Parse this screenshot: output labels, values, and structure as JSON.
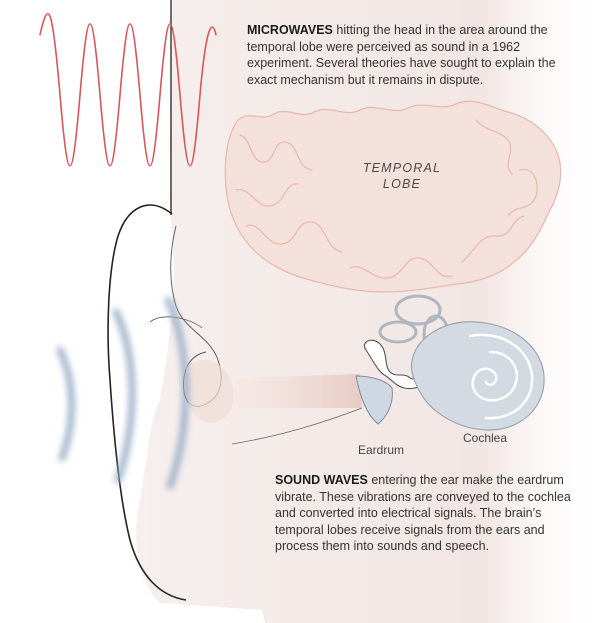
{
  "microwaves": {
    "lead": "MICROWAVES",
    "text": " hitting the head in the area around the temporal lobe were perceived as sound in a 1962 experiment. Several theories have sought to explain the exact mechanism but it remains in dispute."
  },
  "sound_waves": {
    "lead": "SOUND WAVES",
    "text": " entering the ear make the eardrum vibrate. These vibrations are conveyed to the cochlea and converted into electrical signals. The brain’s temporal lobes receive signals from the ears and process them into sounds and speech."
  },
  "labels": {
    "temporal_lobe": "TEMPORAL\nLOBE",
    "eardrum": "Eardrum",
    "cochlea": "Cochlea"
  },
  "colors": {
    "microwave_wave": "#d9555a",
    "head_fill": "#f3ebe9",
    "brain_fill": "#f5e1dc",
    "brain_stroke": "#e9b9ae",
    "ear_outline": "#222222",
    "sound_wave": "#93a9c4",
    "cochlea_fill": "#d3dae1",
    "cochlea_stroke": "#9aa6b1"
  }
}
